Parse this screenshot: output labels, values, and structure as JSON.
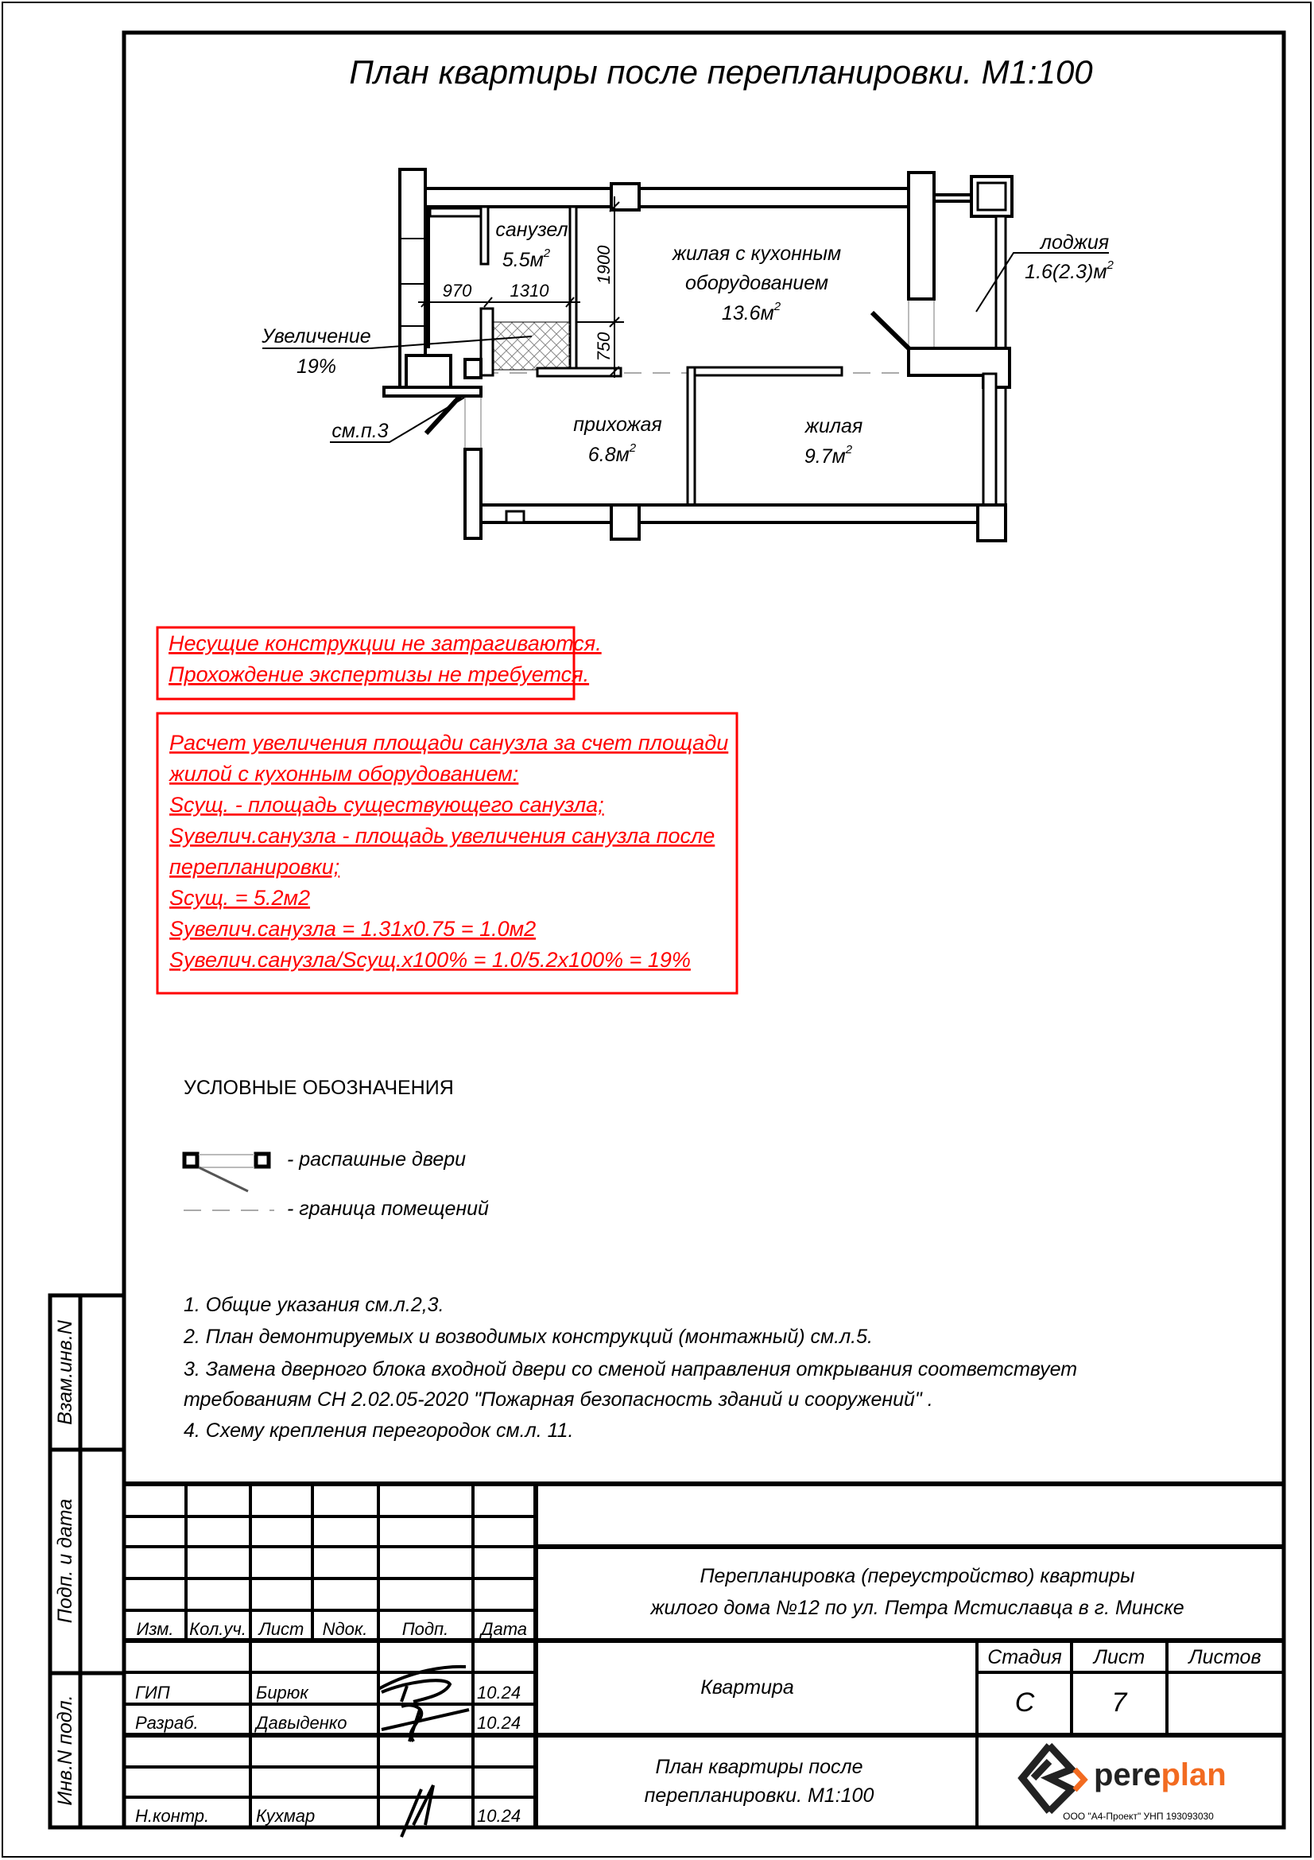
{
  "title": "План квартиры после перепланировки. М1:100",
  "plan": {
    "rooms": [
      {
        "name": "санузел",
        "area": "5.5м"
      },
      {
        "name": "жилая с кухонным",
        "name2": "оборудованием",
        "area": "13.6м"
      },
      {
        "name": "прихожая",
        "area": "6.8м"
      },
      {
        "name": "жилая",
        "area": "9.7м"
      },
      {
        "name": "лоджия",
        "area": "1.6(2.3)м"
      }
    ],
    "sup": "2",
    "dims": {
      "d970": "970",
      "d1310": "1310",
      "d1900": "1900",
      "d750": "750"
    },
    "increase_label": "Увеличение",
    "increase_value": "19%",
    "ref_label": "см.п.3"
  },
  "notice": {
    "lines": [
      "Несущие конструкции не затрагиваются.",
      "Прохождение экспертизы не требуется."
    ],
    "color": "#ff0000"
  },
  "calc": {
    "lines": [
      "Расчет увеличения площади санузла за счет площади",
      "жилой с кухонным оборудованием:",
      "Sсущ. - площадь существующего санузла;",
      "Sувелич.санузла - площадь увеличения санузла после",
      "перепланировки;",
      "Sсущ. = 5.2м2",
      "Sувелич.санузла = 1.31x0.75 = 1.0м2",
      "Sувелич.санузла/Sсущ.x100% = 1.0/5.2x100% = 19%"
    ]
  },
  "legend": {
    "title": "УСЛОВНЫЕ ОБОЗНАЧЕНИЯ",
    "doors": "- распашные двери",
    "boundary": "- граница помещений"
  },
  "notes": [
    "1. Общие указания см.л.2,3.",
    "2. План демонтируемых и возводимых конструкций (монтажный) см.л.5.",
    "3. Замена дверного блока входной двери со сменой направления открывания соответствует",
    "требованиям СН 2.02.05-2020 \"Пожарная безопасность зданий и сооружений\" .",
    "4. Схему крепления перегородок см.л. 11."
  ],
  "side": {
    "a": "Взам.инв.N",
    "b": "Подп. и дата",
    "c": "Инв.N подл."
  },
  "stamp": {
    "headers": [
      "Изм.",
      "Кол.уч.",
      "Лист",
      "Nдок.",
      "Подп.",
      "Дата"
    ],
    "people": [
      {
        "role": "ГИП",
        "name": "Бирюк",
        "date": "10.24"
      },
      {
        "role": "Разраб.",
        "name": "Давыденко",
        "date": "10.24"
      },
      {
        "role": "Н.контр.",
        "name": "Кухмар",
        "date": "10.24"
      }
    ],
    "project1": "Перепланировка (переустройство) квартиры",
    "project2": "жилого дома №12 по ул. Петра Мстиславца в г. Минске",
    "object": "Квартира",
    "sheet_title1": "План квартиры после",
    "sheet_title2": "перепланировки. М1:100",
    "stage_h": "Стадия",
    "sheet_h": "Лист",
    "sheets_h": "Листов",
    "stage": "С",
    "sheet": "7",
    "sheets": "",
    "logo_pere": "pere",
    "logo_plan": "plan",
    "company": "ООО \"А4-Проект\" УНП 193093030",
    "logo_color": "#f26b21"
  }
}
